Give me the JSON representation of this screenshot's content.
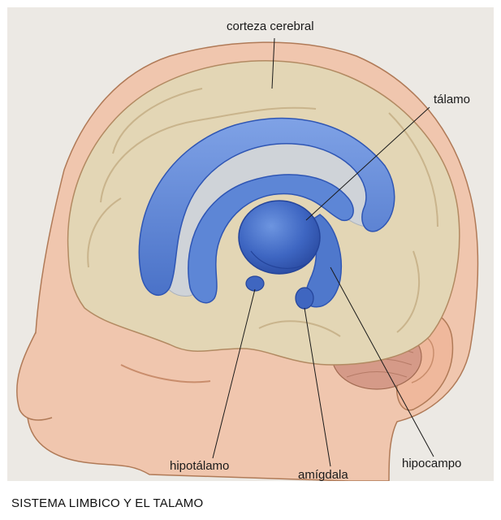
{
  "diagram": {
    "labels": {
      "cortex": "corteza cerebral",
      "thalamus": "tálamo",
      "hypothalamus": "hipotálamo",
      "amygdala": "amígdala",
      "hippocampus": "hipocampo"
    }
  },
  "caption": "SISTEMA LIMBICO Y EL TALAMO",
  "colors": {
    "page_background": "#ece9e4",
    "brain_tan": "#e2d5b4",
    "skin_pink": "#efc2ab",
    "limbic_blue": "#5a84d4",
    "limbic_dark_blue": "#2f56b4",
    "outline": "#b07a57"
  }
}
